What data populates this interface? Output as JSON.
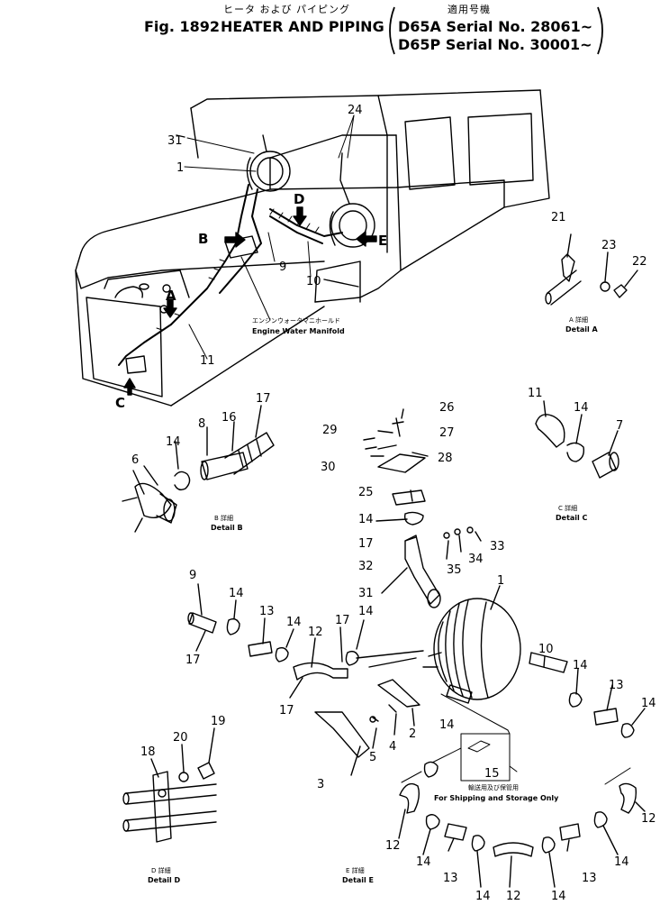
{
  "header": {
    "jp_title": "ヒータ および パイピング",
    "fig_label": "Fig. 1892",
    "title": "HEATER AND PIPING",
    "jp_applicable": "適用号機",
    "serial_d65a": "D65A Serial No. 28061~",
    "serial_d65p": "D65P Serial No. 30001~"
  },
  "overview": {
    "manifold_jp": "エンジンウォータマニホールド",
    "manifold_en": "Engine Water Manifold",
    "view_letters": [
      "A",
      "B",
      "C",
      "D",
      "E"
    ],
    "part_numbers": [
      "31",
      "1",
      "24",
      "9",
      "10",
      "11"
    ]
  },
  "details": {
    "a": {
      "caption_jp": "A 詳細",
      "caption_en": "Detail A",
      "part_numbers": [
        "21",
        "23",
        "22"
      ]
    },
    "b": {
      "caption_jp": "B 詳細",
      "caption_en": "Detail B",
      "part_numbers": [
        "6",
        "14",
        "8",
        "16",
        "17"
      ]
    },
    "c": {
      "caption_jp": "C 詳細",
      "caption_en": "Detail C",
      "part_numbers": [
        "11",
        "14",
        "7"
      ]
    },
    "d": {
      "caption_jp": "D 詳細",
      "caption_en": "Detail D",
      "part_numbers": [
        "18",
        "20",
        "19"
      ]
    },
    "e": {
      "caption_jp": "E 詳細",
      "caption_en": "Detail E",
      "part_numbers": [
        "12",
        "14",
        "13",
        "14",
        "12",
        "14",
        "13",
        "14",
        "12"
      ]
    }
  },
  "heater_assembly": {
    "part_numbers": [
      "26",
      "29",
      "27",
      "30",
      "28",
      "25",
      "14",
      "33",
      "17",
      "34",
      "35",
      "32",
      "31",
      "9",
      "14",
      "13",
      "14",
      "12",
      "17",
      "14",
      "17",
      "17",
      "1",
      "10",
      "14",
      "13",
      "14",
      "2",
      "4",
      "5",
      "3",
      "14",
      "15"
    ],
    "shipping_jp": "輸送用及び保管用",
    "shipping_en": "For Shipping and Storage Only"
  }
}
